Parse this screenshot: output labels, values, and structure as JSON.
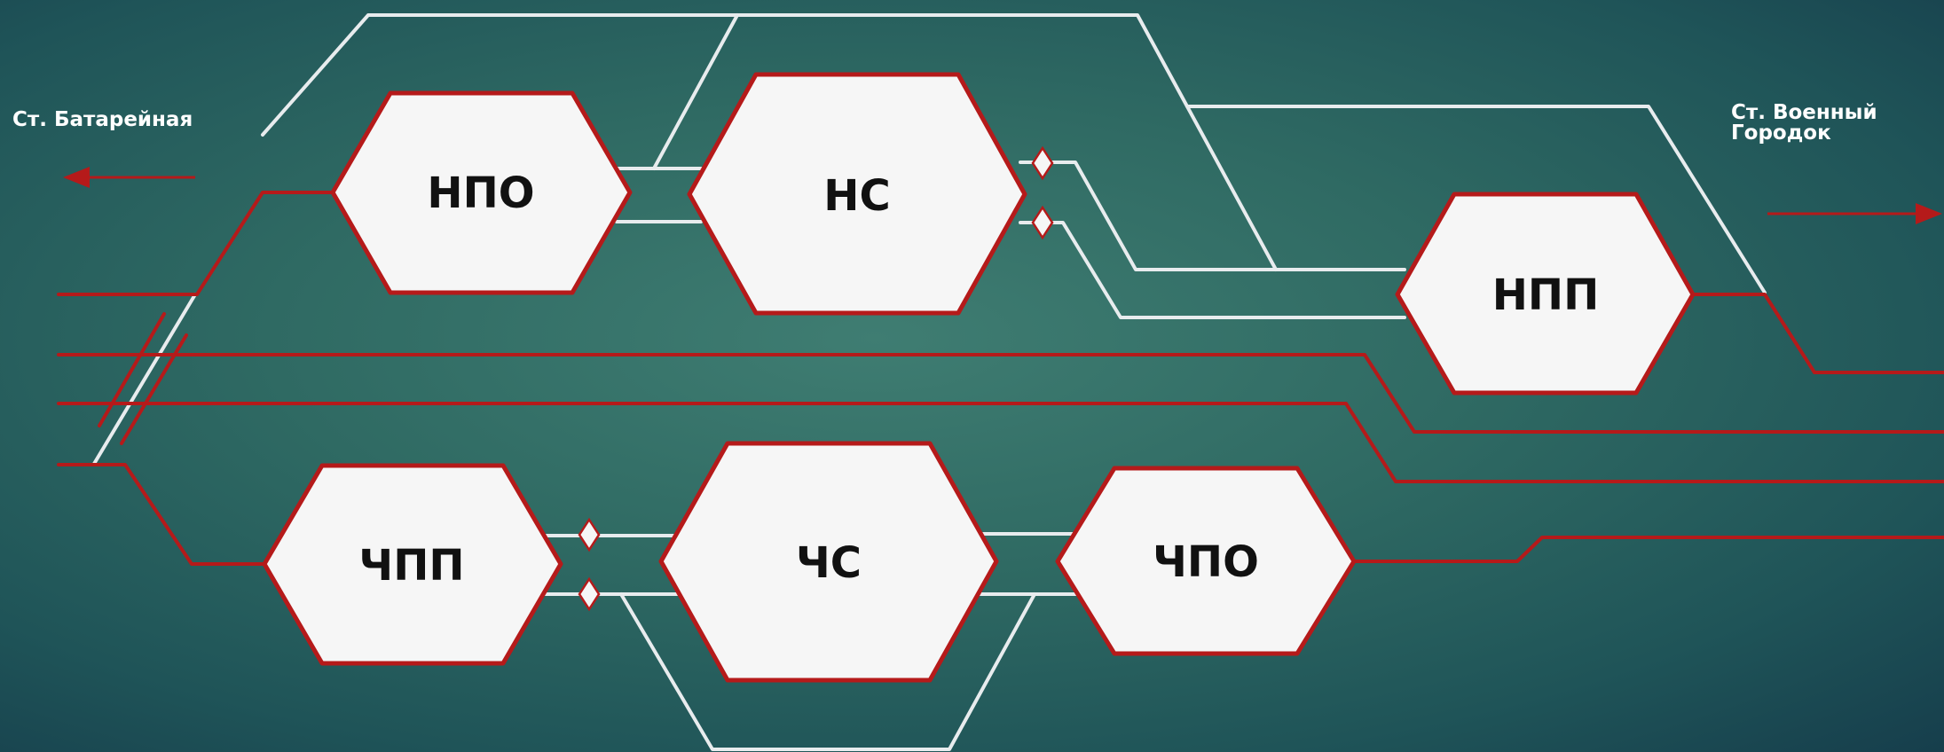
{
  "stations": {
    "left": "Ст. Батарейная",
    "right": "Ст. Военный\nГородок"
  },
  "nodes": {
    "npo": "НПО",
    "ns": "НС",
    "npp": "НПП",
    "chpp": "ЧПП",
    "chs": "ЧС",
    "chpo": "ЧПО"
  },
  "colors": {
    "red_track": "#b51a1a",
    "white_track": "#e8ecee",
    "hex_fill": "#f6f6f6",
    "hex_stroke": "#b51a1a"
  }
}
